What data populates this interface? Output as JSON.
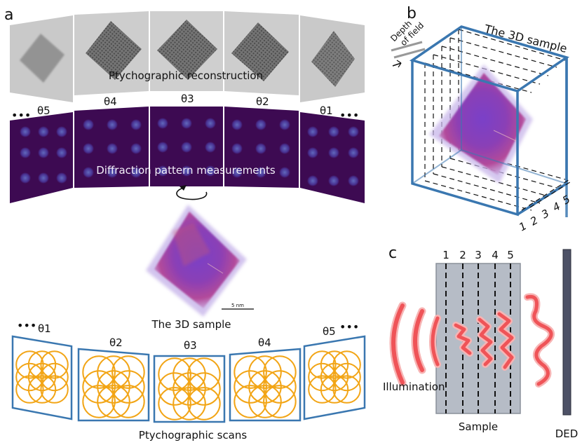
{
  "panel_labels": {
    "a": "a",
    "b": "b",
    "c": "c"
  },
  "panel_a": {
    "reconstruction_caption": "Ptychographic reconstruction",
    "diffraction_caption": "Diffraction pattern measurements",
    "sample_caption": "The 3D sample",
    "scans_caption": "Ptychographic scans",
    "scale_bar": "5 nm",
    "diffraction_thetas": [
      "θ5",
      "θ4",
      "θ3",
      "θ2",
      "θ1"
    ],
    "scan_thetas": [
      "θ1",
      "θ2",
      "θ3",
      "θ4",
      "θ5"
    ],
    "ellipsis": "•••"
  },
  "panel_b": {
    "title": "The 3D sample",
    "depth_label_1": "Depth",
    "depth_label_2": "of field",
    "slice_numbers": [
      "1",
      "2",
      "3",
      "4",
      "5"
    ]
  },
  "panel_c": {
    "slice_numbers": [
      "1",
      "2",
      "3",
      "4",
      "5"
    ],
    "illumination": "Illumination",
    "sample": "Sample",
    "detector": "DED"
  },
  "colors": {
    "frame_blue": "#3a77b0",
    "scan_orange": "#f2a516",
    "diffraction_bg": "#3d0a52",
    "wave_red": "#f0555a",
    "sample_gray": "#b6bcc6"
  }
}
